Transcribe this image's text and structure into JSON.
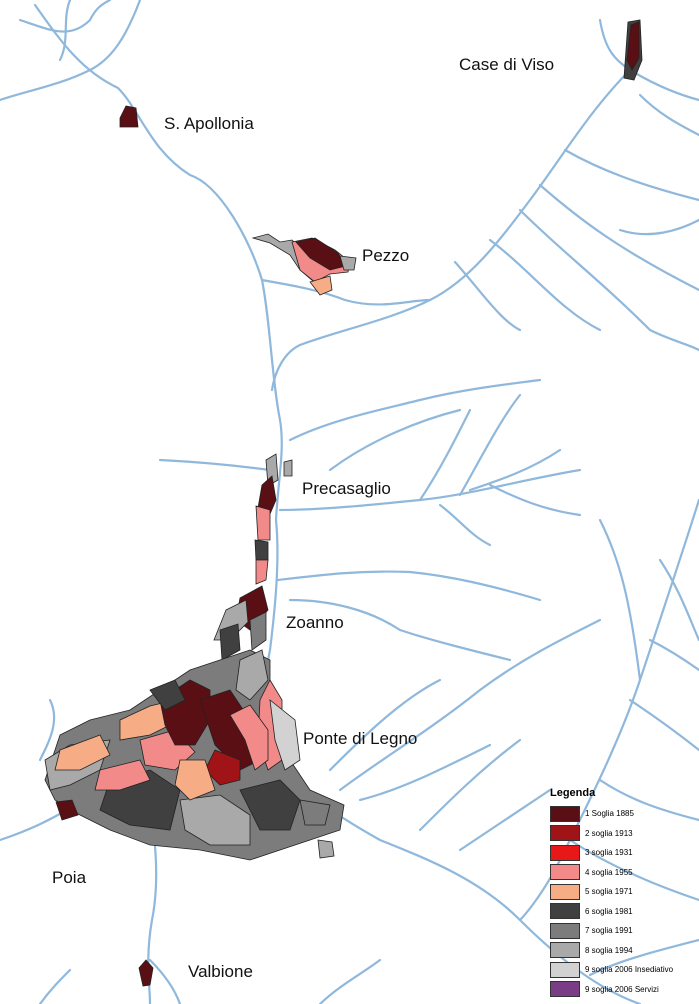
{
  "places": {
    "case_di_viso": "Case di Viso",
    "s_apollonia": "S. Apollonia",
    "pezzo": "Pezzo",
    "precasaglio": "Precasaglio",
    "zoanno": "Zoanno",
    "ponte_di_legno": "Ponte di Legno",
    "poia": "Poia",
    "valbione": "Valbione"
  },
  "legend": {
    "title": "Legenda",
    "items": [
      {
        "label": "1 Soglia 1885",
        "color": "#5a0f14"
      },
      {
        "label": "2 soglia 1913",
        "color": "#a01418"
      },
      {
        "label": "3 soglia 1931",
        "color": "#e81818"
      },
      {
        "label": "4 soglia 1955",
        "color": "#f28a8a"
      },
      {
        "label": "5 soglia 1971",
        "color": "#f6ad86"
      },
      {
        "label": "6 soglia 1981",
        "color": "#404040"
      },
      {
        "label": "7 soglia 1991",
        "color": "#7c7c7c"
      },
      {
        "label": "8 soglia 1994",
        "color": "#a9a9a9"
      },
      {
        "label": "9 soglia 2006 Insediativo",
        "color": "#d2d2d2"
      },
      {
        "label": "9 soglia 2006 Servizi",
        "color": "#7b3c86"
      }
    ]
  },
  "colors": {
    "river": "#8fb8dc",
    "background": "#ffffff"
  }
}
